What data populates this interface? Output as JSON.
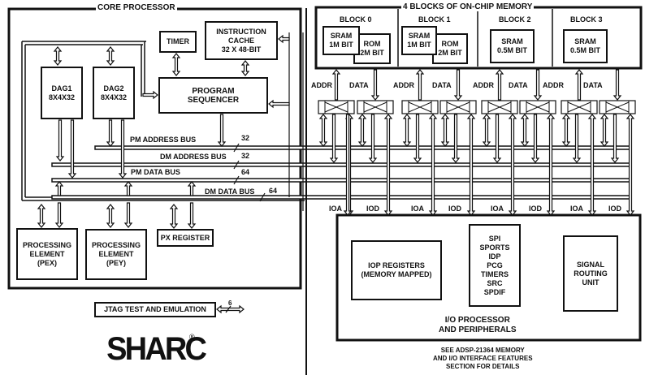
{
  "diagram": {
    "core_processor": {
      "title": "CORE PROCESSOR",
      "timer": "TIMER",
      "instruction_cache": "INSTRUCTION\nCACHE\n32 X 48-BIT",
      "dag1": "DAG1\n8X4X32",
      "dag2": "DAG2\n8X4X32",
      "program_sequencer": "PROGRAM\nSEQUENCER",
      "pex": "PROCESSING\nELEMENT\n(PEX)",
      "pey": "PROCESSING\nELEMENT\n(PEY)",
      "px_register": "PX REGISTER"
    },
    "buses": [
      {
        "name": "PM ADDRESS BUS",
        "width": "32"
      },
      {
        "name": "DM ADDRESS BUS",
        "width": "32"
      },
      {
        "name": "PM DATA BUS",
        "width": "64"
      },
      {
        "name": "DM DATA BUS",
        "width": "64"
      }
    ],
    "memory": {
      "title": "4 BLOCKS OF ON-CHIP MEMORY",
      "blocks": [
        {
          "name": "BLOCK 0",
          "sram": "SRAM\n1M BIT",
          "rom": "ROM\n2M BIT"
        },
        {
          "name": "BLOCK 1",
          "sram": "SRAM\n1M BIT",
          "rom": "ROM\n2M BIT"
        },
        {
          "name": "BLOCK 2",
          "sram": "SRAM\n0.5M BIT"
        },
        {
          "name": "BLOCK 3",
          "sram": "SRAM\n0.5M BIT"
        }
      ],
      "port_labels": {
        "addr": "ADDR",
        "data": "DATA",
        "ioa": "IOA",
        "iod": "IOD"
      }
    },
    "io_processor": {
      "title": "I/O PROCESSOR\nAND PERIPHERALS",
      "iop_registers": "IOP REGISTERS\n(MEMORY MAPPED)",
      "peripherals": "SPI\nSPORTS\nIDP\nPCG\nTIMERS\nSRC\nSPDIF",
      "signal_routing": "SIGNAL\nROUTING\nUNIT"
    },
    "jtag": {
      "label": "JTAG TEST AND EMULATION",
      "width": "6"
    },
    "logo": "SHARC",
    "logo_reg": "®",
    "note": "SEE ADSP-21364 MEMORY\nAND I/O INTERFACE FEATURES\nSECTION FOR DETAILS"
  }
}
